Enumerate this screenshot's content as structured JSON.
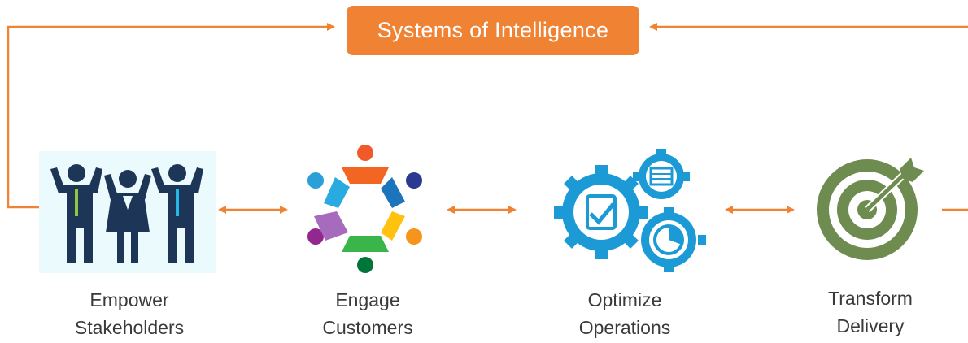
{
  "title_box": {
    "label": "Systems of Intelligence"
  },
  "stages": [
    {
      "line1": "Empower",
      "line2": "Stakeholders",
      "icon": "stakeholders-icon"
    },
    {
      "line1": "Engage",
      "line2": "Customers",
      "icon": "customers-circle-icon"
    },
    {
      "line1": "Optimize",
      "line2": "Operations",
      "icon": "gears-icon"
    },
    {
      "line1": "Transform",
      "line2": "Delivery",
      "icon": "target-icon"
    }
  ],
  "colors": {
    "accent": "#ef8233",
    "gear": "#1b9ad6",
    "target": "#6e8c4f",
    "people": "#1d3556",
    "people_bg": "#eafafd"
  }
}
